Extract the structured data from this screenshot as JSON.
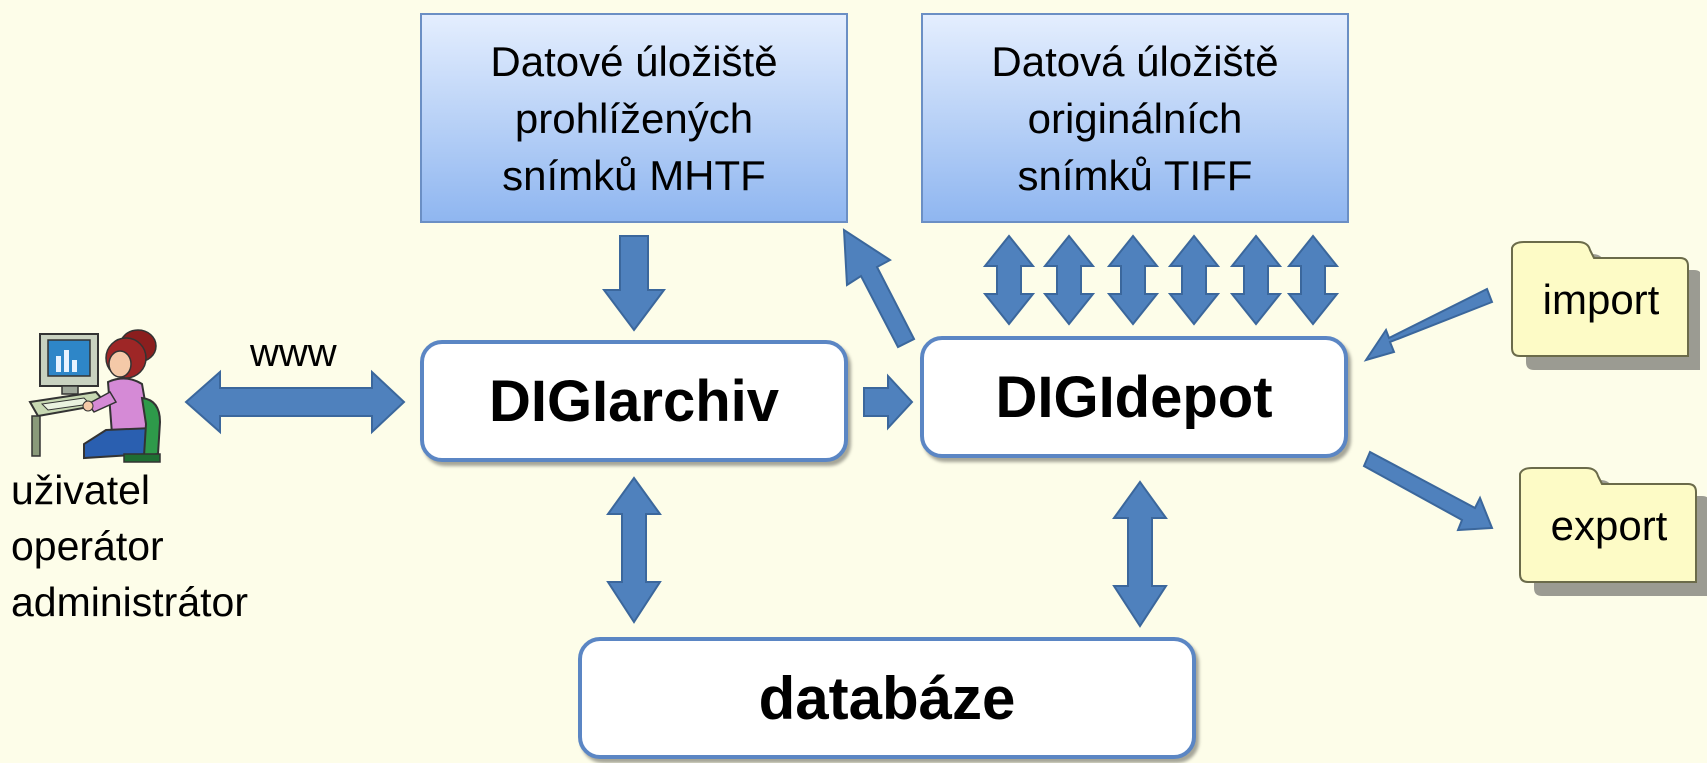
{
  "stores": {
    "mhtf": {
      "line1": "Datové úložiště",
      "line2": "prohlížených",
      "line3": "snímků MHTF"
    },
    "tiff": {
      "line1": "Datová úložiště",
      "line2": "originálních",
      "line3": "snímků TIFF"
    }
  },
  "nodes": {
    "diglarchiv": "DIGIarchiv",
    "digidepot": "DIGIdepot",
    "databaze": "databáze"
  },
  "folders": {
    "import": "import",
    "export": "export"
  },
  "www_label": "www",
  "user_roles": [
    "uživatel",
    "operátor",
    "administrátor"
  ],
  "colors": {
    "background": "#fdfde9",
    "arrow": "#4f81bd",
    "node_border": "#5b86c4",
    "store_top": "#e4eefe",
    "store_bottom": "#8fb6f0",
    "folder": "#fdfbc6"
  },
  "icons": [
    "computer-user-icon"
  ]
}
